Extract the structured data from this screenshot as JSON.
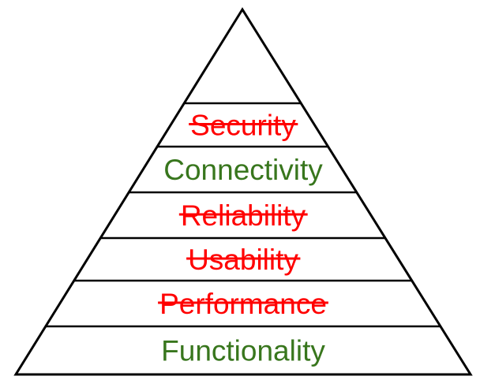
{
  "colors": {
    "struck": "#ff0000",
    "kept": "#38761d",
    "line": "#000000"
  },
  "levels": [
    {
      "label": "Security",
      "struck": true
    },
    {
      "label": "Connectivity",
      "struck": false
    },
    {
      "label": "Reliability",
      "struck": true
    },
    {
      "label": "Usability",
      "struck": true
    },
    {
      "label": "Performance",
      "struck": true
    },
    {
      "label": "Functionality",
      "struck": false
    }
  ]
}
